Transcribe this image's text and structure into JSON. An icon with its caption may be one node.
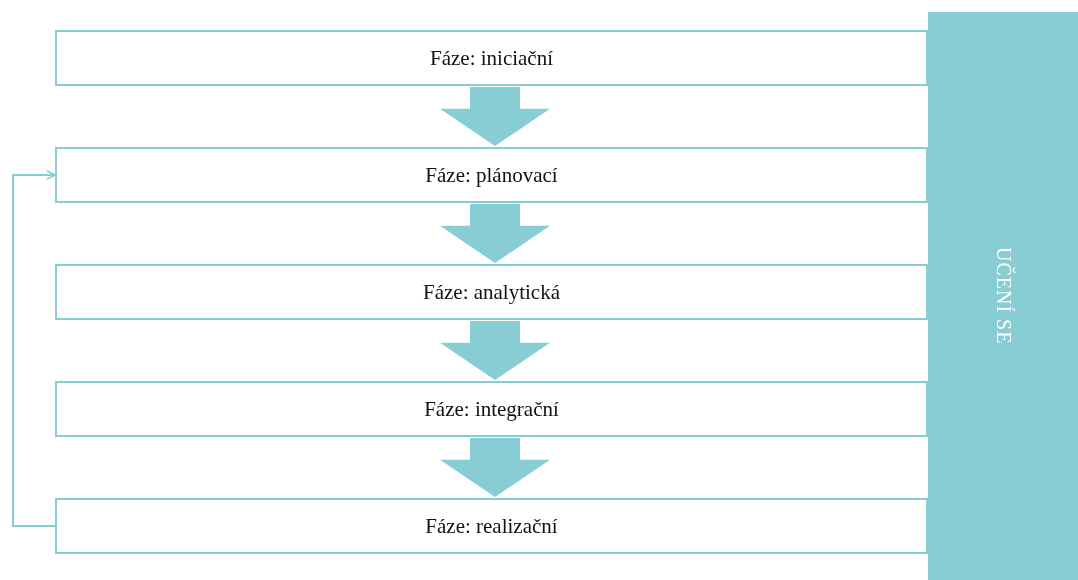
{
  "diagram": {
    "nodes": [
      {
        "text": [
          "Fáze: iniciační"
        ]
      },
      {
        "text": [
          "Fáze: plánovací"
        ]
      },
      {
        "text": [
          "Fáze: analytická"
        ]
      },
      {
        "text": [
          "Fáze: integrační"
        ]
      },
      {
        "text": [
          "Fáze: realizační"
        ]
      },
      {
        "text": [
          "UČENÍ SE"
        ]
      }
    ],
    "edges": [
      {
        "from": 0,
        "to": 1,
        "arrow": "to",
        "style": "thick"
      },
      {
        "from": 1,
        "to": 2,
        "arrow": "to",
        "style": "thick"
      },
      {
        "from": 2,
        "to": 3,
        "arrow": "to",
        "style": "thick"
      },
      {
        "from": 3,
        "to": 4,
        "arrow": "to",
        "style": "thick"
      },
      {
        "from": 4,
        "to": 1,
        "arrow": "to"
      }
    ]
  }
}
